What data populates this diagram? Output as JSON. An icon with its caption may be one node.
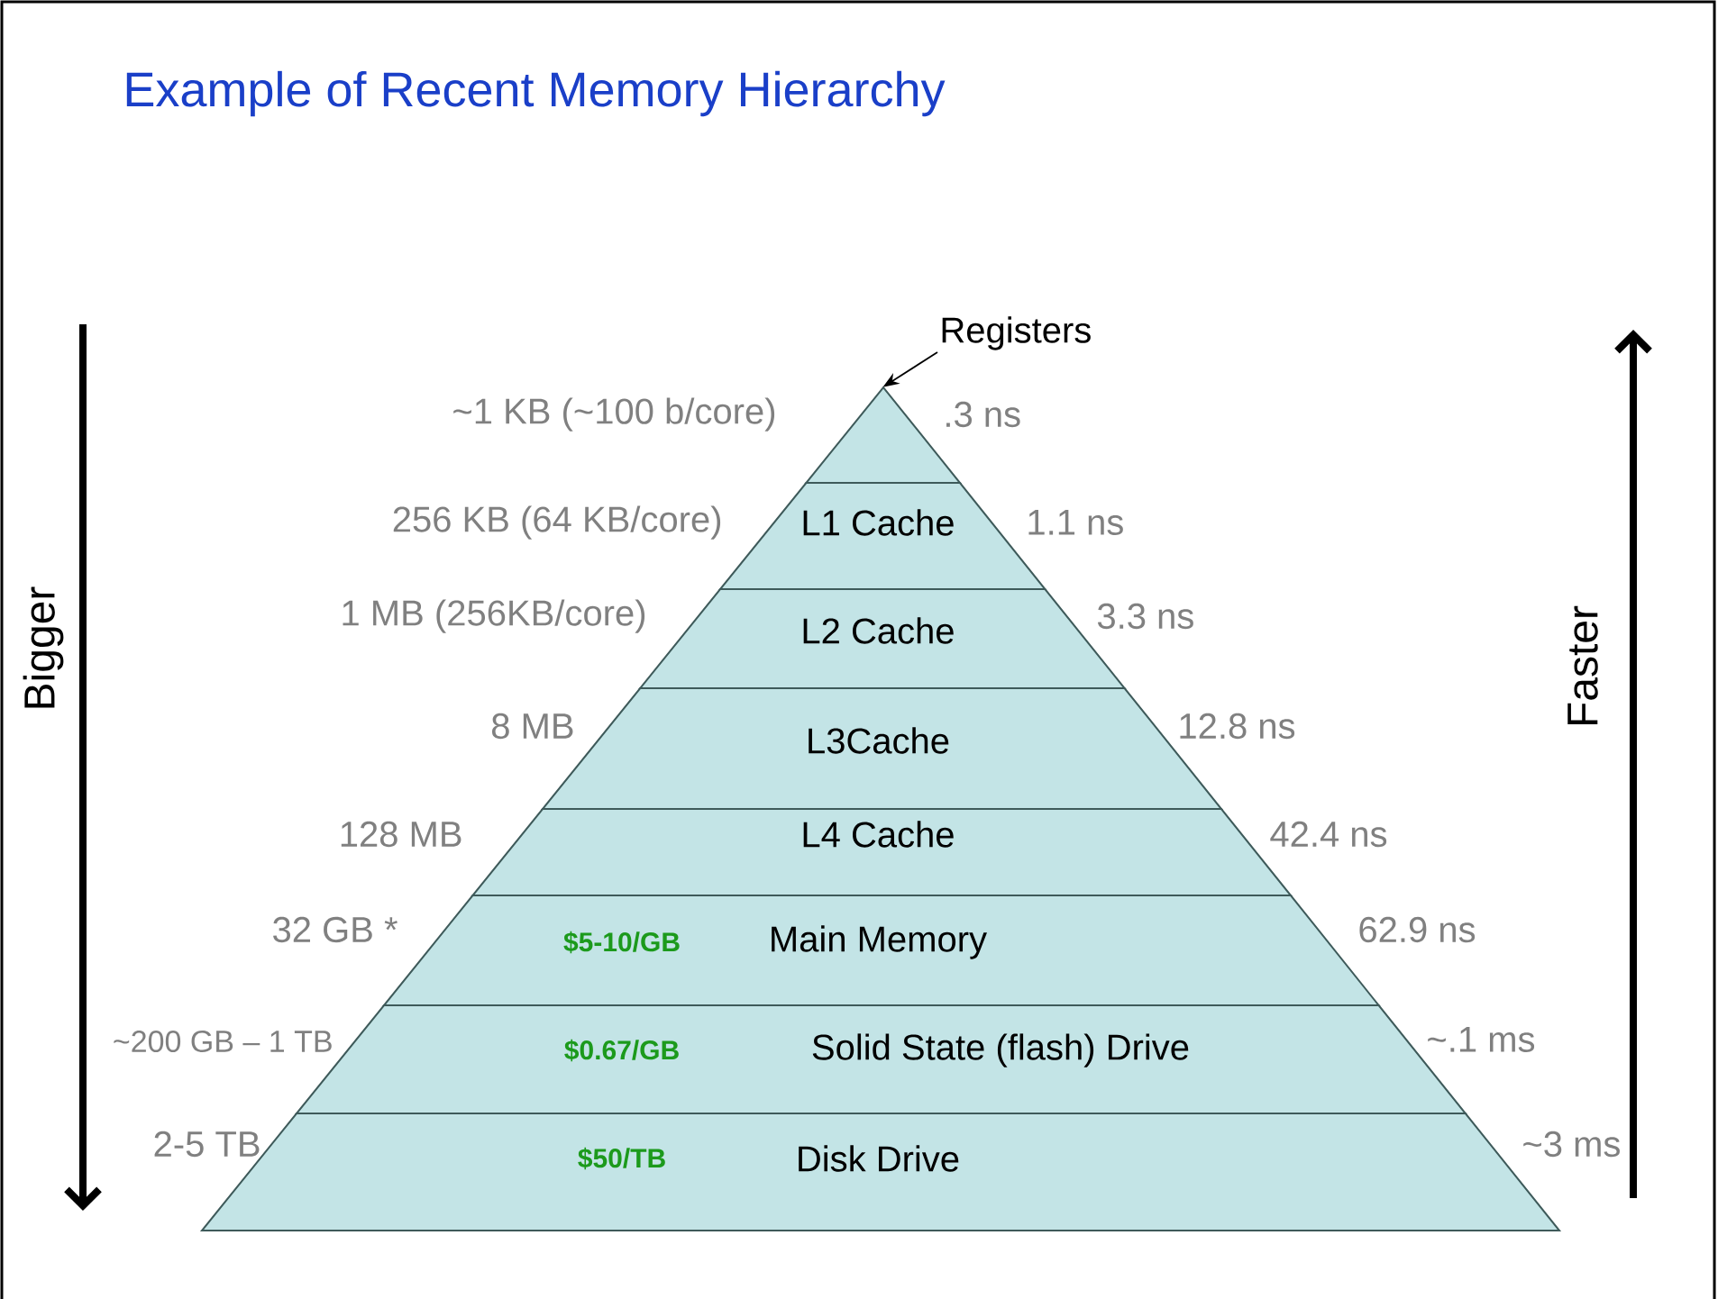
{
  "diagram": {
    "title": "Example of Recent Memory Hierarchy",
    "nodes": [
      {
        "text": [
          "Registers"
        ]
      },
      {
        "text": [],
        "shape": "triangle",
        "beside": [
          "~1 KB (~100 b/core)",
          ".3 ns"
        ]
      },
      {
        "text": [
          "L1 Cache"
        ],
        "beside": [
          "256 KB (64 KB/core)",
          "1.1 ns"
        ]
      },
      {
        "text": [
          "L2 Cache"
        ],
        "beside": [
          "1 MB (256KB/core)",
          "3.3 ns"
        ]
      },
      {
        "text": [
          "L3Cache"
        ],
        "beside": [
          "8 MB",
          "12.8 ns"
        ]
      },
      {
        "text": [
          "L4 Cache"
        ],
        "beside": [
          "128 MB",
          "42.4 ns"
        ]
      },
      {
        "text": [
          "$5-10/GB",
          "Main Memory"
        ],
        "beside": [
          "32 GB *",
          "62.9 ns"
        ]
      },
      {
        "text": [
          "$0.67/GB",
          "Solid State (flash) Drive"
        ],
        "beside": [
          "~200 GB – 1 TB",
          "~.1 ms"
        ]
      },
      {
        "text": [
          "$50/TB",
          "Disk Drive"
        ],
        "beside": [
          "2-5 TB",
          "~3 ms"
        ]
      }
    ],
    "edges": [
      {
        "from": 0,
        "to": 1,
        "arrow": "to"
      }
    ],
    "labels": [
      "Bigger",
      "Faster"
    ]
  }
}
